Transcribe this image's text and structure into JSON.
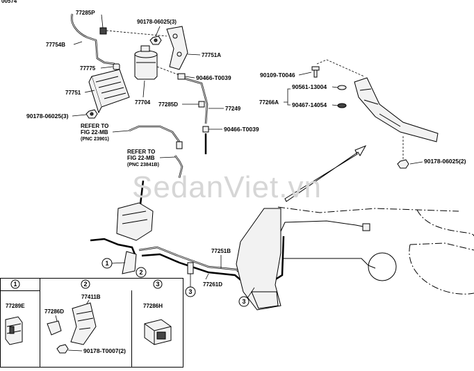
{
  "header_fragment": "00574",
  "watermark": "SedanViet.vn",
  "parts": {
    "p77285P": "77285P",
    "p90178_06025_3_top": "90178-06025(3)",
    "p77754B": "77754B",
    "p77751A": "77751A",
    "p77775": "77775",
    "p90466_T0039_a": "90466-T0039",
    "p77751": "77751",
    "p77704": "77704",
    "p77285D": "77285D",
    "p77249": "77249",
    "p90178_06025_3_bot": "90178-06025(3)",
    "p90466_T0039_b": "90466-T0039",
    "p90109_T0046": "90109-T0046",
    "p90561_13004": "90561-13004",
    "p77266A": "77266A",
    "p90467_14054": "90467-14054",
    "p90178_06025_2": "90178-06025(2)",
    "p77251B": "77251B",
    "p77261D": "77261D"
  },
  "refs": {
    "ref1_line1": "REFER TO",
    "ref1_line2": "FIG 22-MB",
    "ref1_line3": "(PNC 23901)",
    "ref2_line1": "REFER TO",
    "ref2_line2": "FIG 22-MB",
    "ref2_line3": "(PNC 23841B)"
  },
  "callouts": {
    "c1": "1",
    "c2": "2",
    "c3": "3"
  },
  "legend": {
    "box1_num": "1",
    "box1_part": "77289E",
    "box2_num": "2",
    "box2_part_a": "77411B",
    "box2_part_b": "77286D",
    "box2_part_c": "90178-T0007(2)",
    "box3_num": "3",
    "box3_part": "77286H"
  }
}
